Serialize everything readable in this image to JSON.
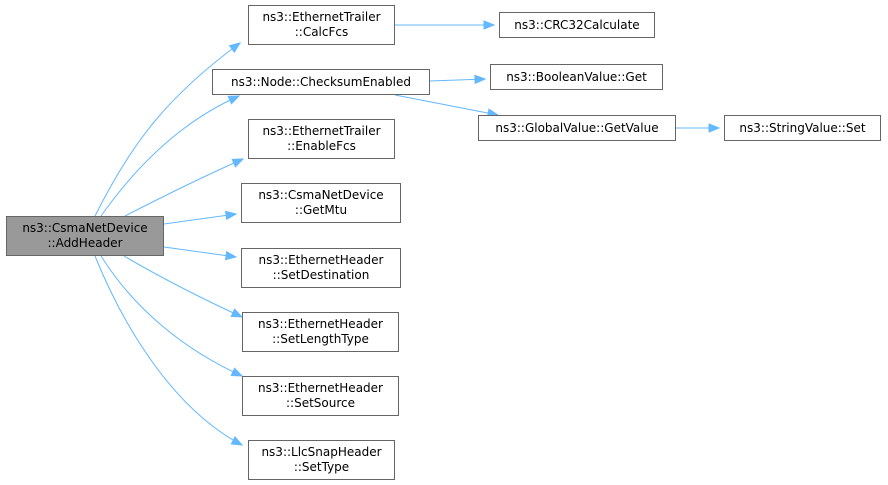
{
  "diagram": {
    "nodes": [
      {
        "id": "add-header",
        "lines": [
          "ns3::CsmaNetDevice",
          "::AddHeader"
        ],
        "root": true
      },
      {
        "id": "calc-fcs",
        "lines": [
          "ns3::EthernetTrailer",
          "::CalcFcs"
        ]
      },
      {
        "id": "crc32",
        "lines": [
          "ns3::CRC32Calculate"
        ]
      },
      {
        "id": "checksum-enabled",
        "lines": [
          "ns3::Node::ChecksumEnabled"
        ]
      },
      {
        "id": "boolean-get",
        "lines": [
          "ns3::BooleanValue::Get"
        ]
      },
      {
        "id": "global-getvalue",
        "lines": [
          "ns3::GlobalValue::GetValue"
        ]
      },
      {
        "id": "string-set",
        "lines": [
          "ns3::StringValue::Set"
        ]
      },
      {
        "id": "enable-fcs",
        "lines": [
          "ns3::EthernetTrailer",
          "::EnableFcs"
        ]
      },
      {
        "id": "get-mtu",
        "lines": [
          "ns3::CsmaNetDevice",
          "::GetMtu"
        ]
      },
      {
        "id": "set-destination",
        "lines": [
          "ns3::EthernetHeader",
          "::SetDestination"
        ]
      },
      {
        "id": "set-length-type",
        "lines": [
          "ns3::EthernetHeader",
          "::SetLengthType"
        ]
      },
      {
        "id": "set-source",
        "lines": [
          "ns3::EthernetHeader",
          "::SetSource"
        ]
      },
      {
        "id": "set-type",
        "lines": [
          "ns3::LlcSnapHeader",
          "::SetType"
        ]
      }
    ],
    "edges": [
      [
        "add-header",
        "calc-fcs"
      ],
      [
        "add-header",
        "checksum-enabled"
      ],
      [
        "add-header",
        "enable-fcs"
      ],
      [
        "add-header",
        "get-mtu"
      ],
      [
        "add-header",
        "set-destination"
      ],
      [
        "add-header",
        "set-length-type"
      ],
      [
        "add-header",
        "set-source"
      ],
      [
        "add-header",
        "set-type"
      ],
      [
        "calc-fcs",
        "crc32"
      ],
      [
        "checksum-enabled",
        "boolean-get"
      ],
      [
        "checksum-enabled",
        "global-getvalue"
      ],
      [
        "global-getvalue",
        "string-set"
      ]
    ],
    "colors": {
      "edge": "#63b8ff",
      "node_border": "#666666",
      "root_fill": "#999999",
      "node_fill": "#ffffff"
    }
  }
}
